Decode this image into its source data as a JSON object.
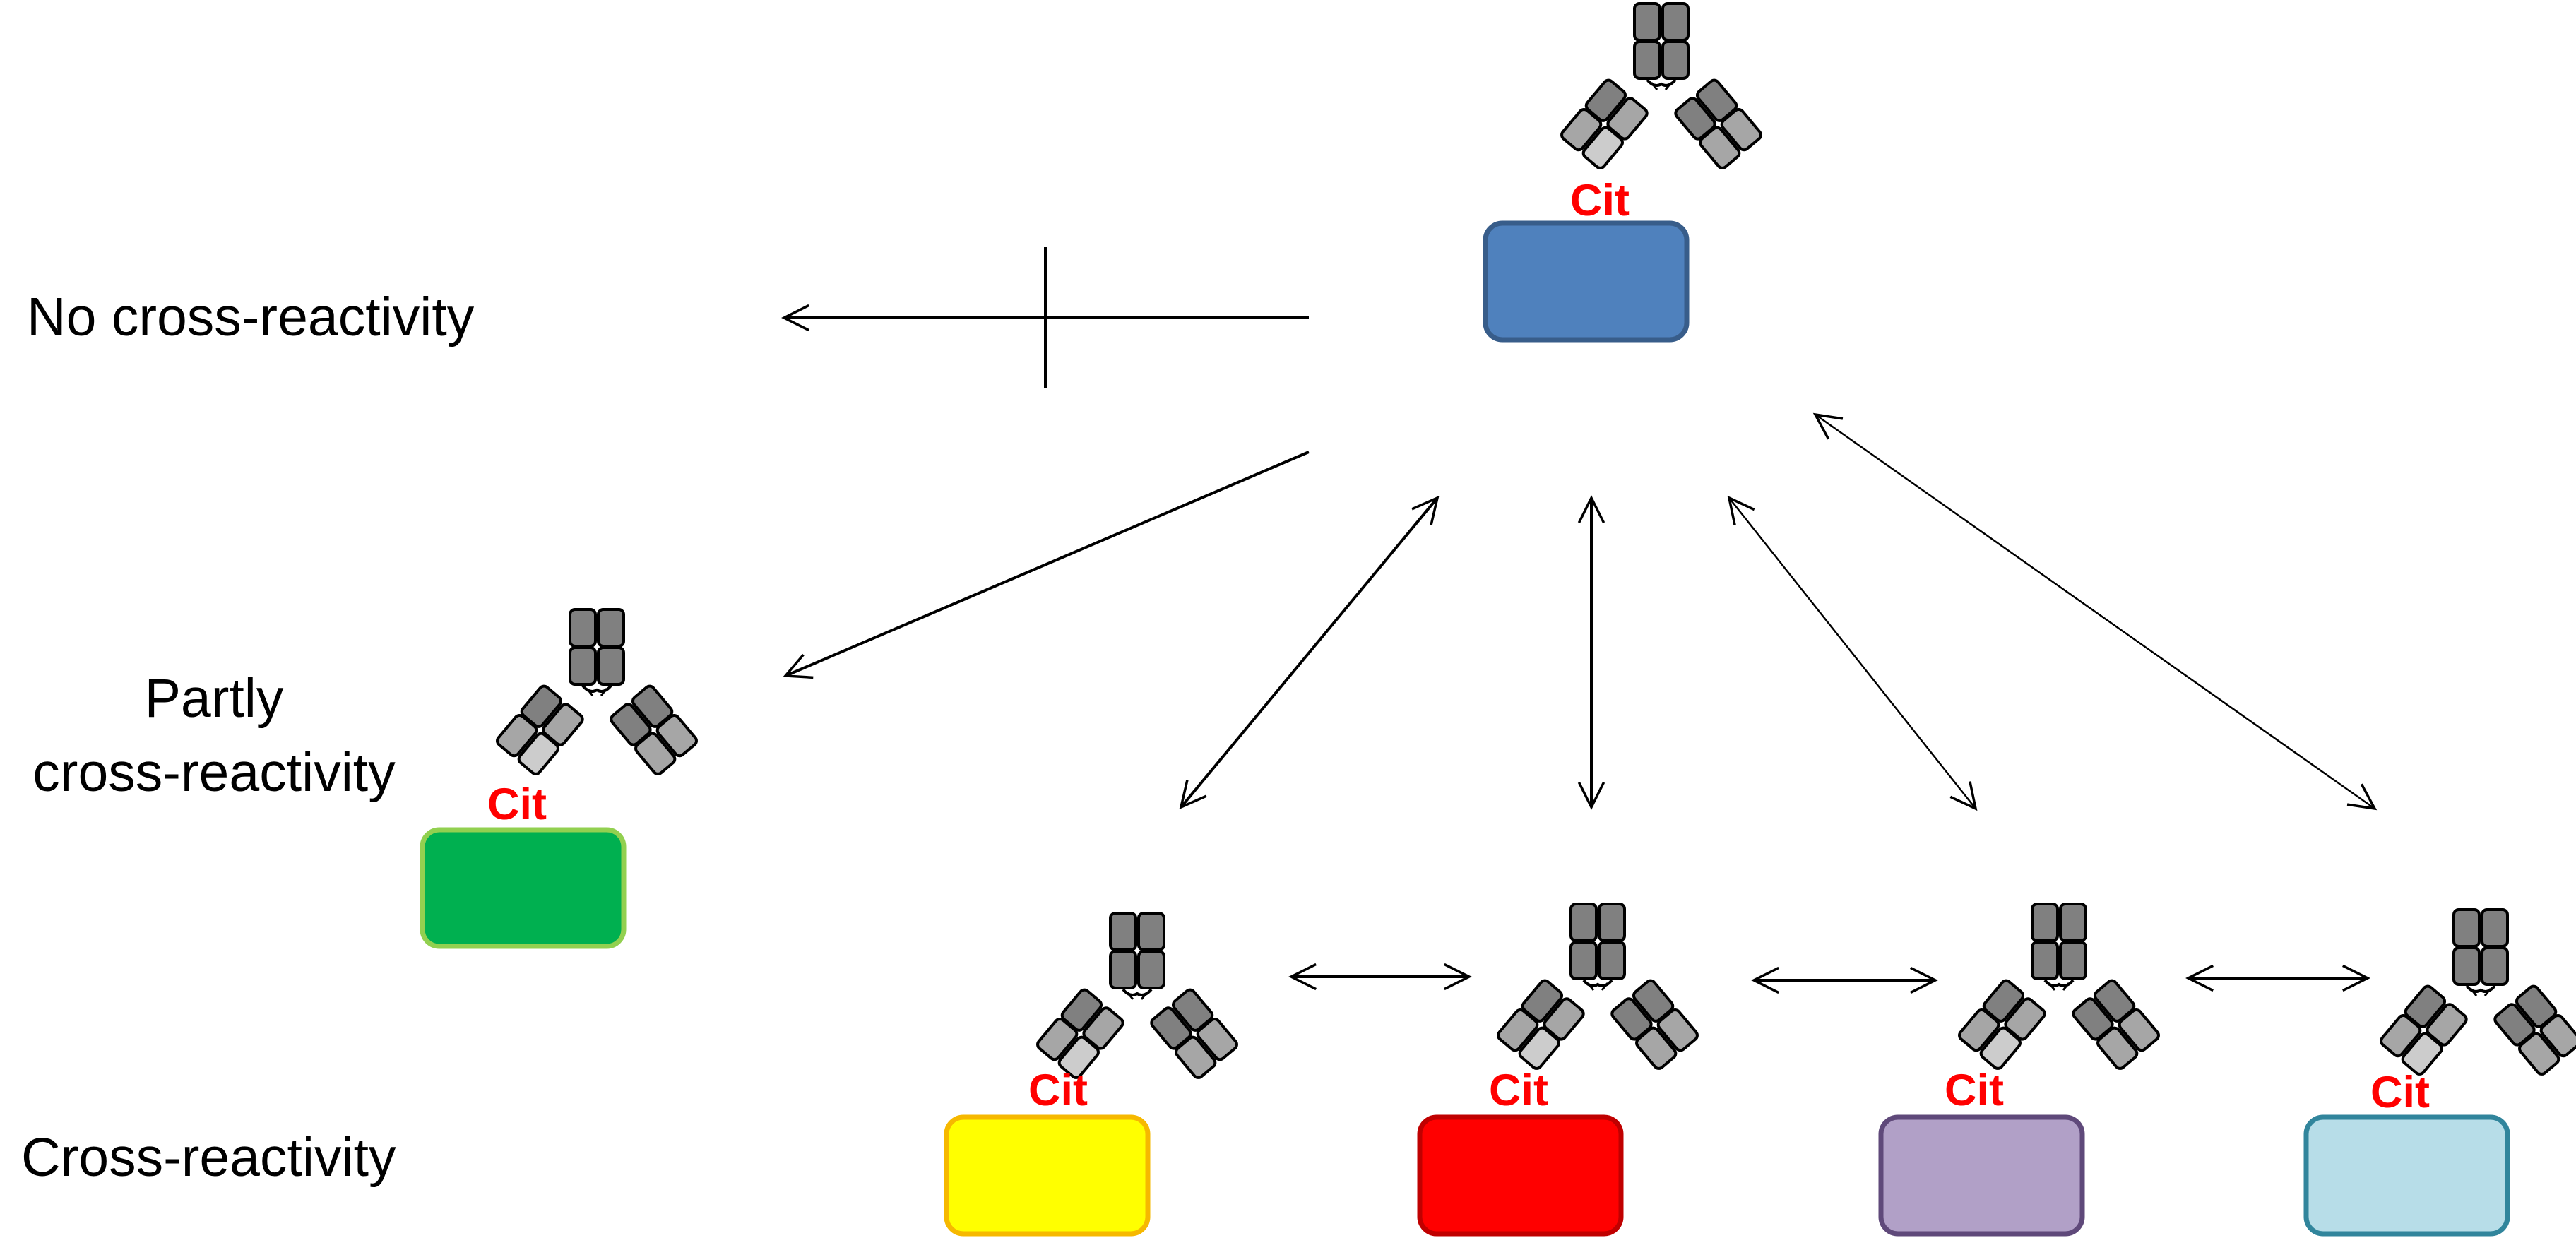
{
  "labels": {
    "no_cross": "No cross-reactivity",
    "partly_line1": "Partly",
    "partly_line2": "cross-reactivity",
    "cross": "Cross-reactivity"
  },
  "antigen_tag": "Cit",
  "colors": {
    "cit_text": "#ff0000",
    "antibody_dark": "#808080",
    "antibody_light": "#cccccc",
    "antigens": {
      "blue": {
        "fill": "#4f81bd",
        "stroke": "#385d8a"
      },
      "green": {
        "fill": "#00b050",
        "stroke": "#92d050"
      },
      "yellow": {
        "fill": "#ffff00",
        "stroke": "#f6b800"
      },
      "red": {
        "fill": "#ff0000",
        "stroke": "#c00000"
      },
      "purple": {
        "fill": "#b1a0c7",
        "stroke": "#5f497a"
      },
      "lightblue": {
        "fill": "#b7dde8",
        "stroke": "#31859c"
      }
    }
  }
}
